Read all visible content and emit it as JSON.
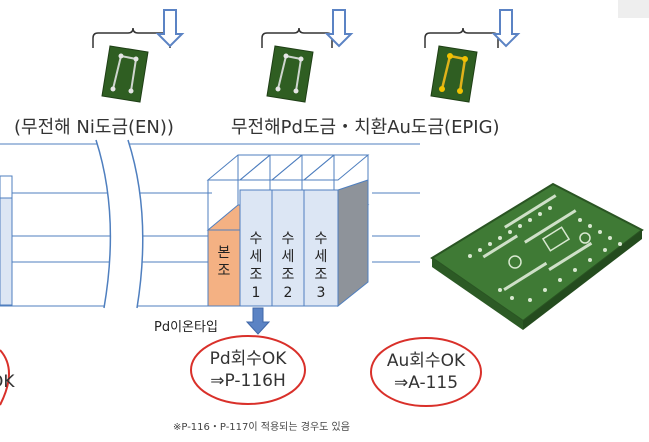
{
  "labels": {
    "en": "(무전해 Ni도금(EN))",
    "epig": "무전해Pd도금・치환Au도금(EPIG)",
    "pd_ion": "Pd이온타입",
    "left_cut": "OK",
    "note": "※P-116・P-117이 적용되는 경우도 있음"
  },
  "tanks": {
    "main": [
      "본",
      "조"
    ],
    "rinse1": [
      "수",
      "세",
      "조",
      "1"
    ],
    "rinse2": [
      "수",
      "세",
      "조",
      "2"
    ],
    "rinse3": [
      "수",
      "세",
      "조",
      "3"
    ]
  },
  "recovery": {
    "pd": {
      "line1": "Pd회수OK",
      "line2": "⇒P-116H"
    },
    "au": {
      "line1": "Au회수OK",
      "line2": "⇒A-115"
    }
  },
  "colors": {
    "tank_blue": "#dce6f4",
    "tank_orange": "#f4b183",
    "circle_red": "#d9302a",
    "pcb_green": "#2f5e22",
    "arrow_blue": "#5b83c4"
  }
}
